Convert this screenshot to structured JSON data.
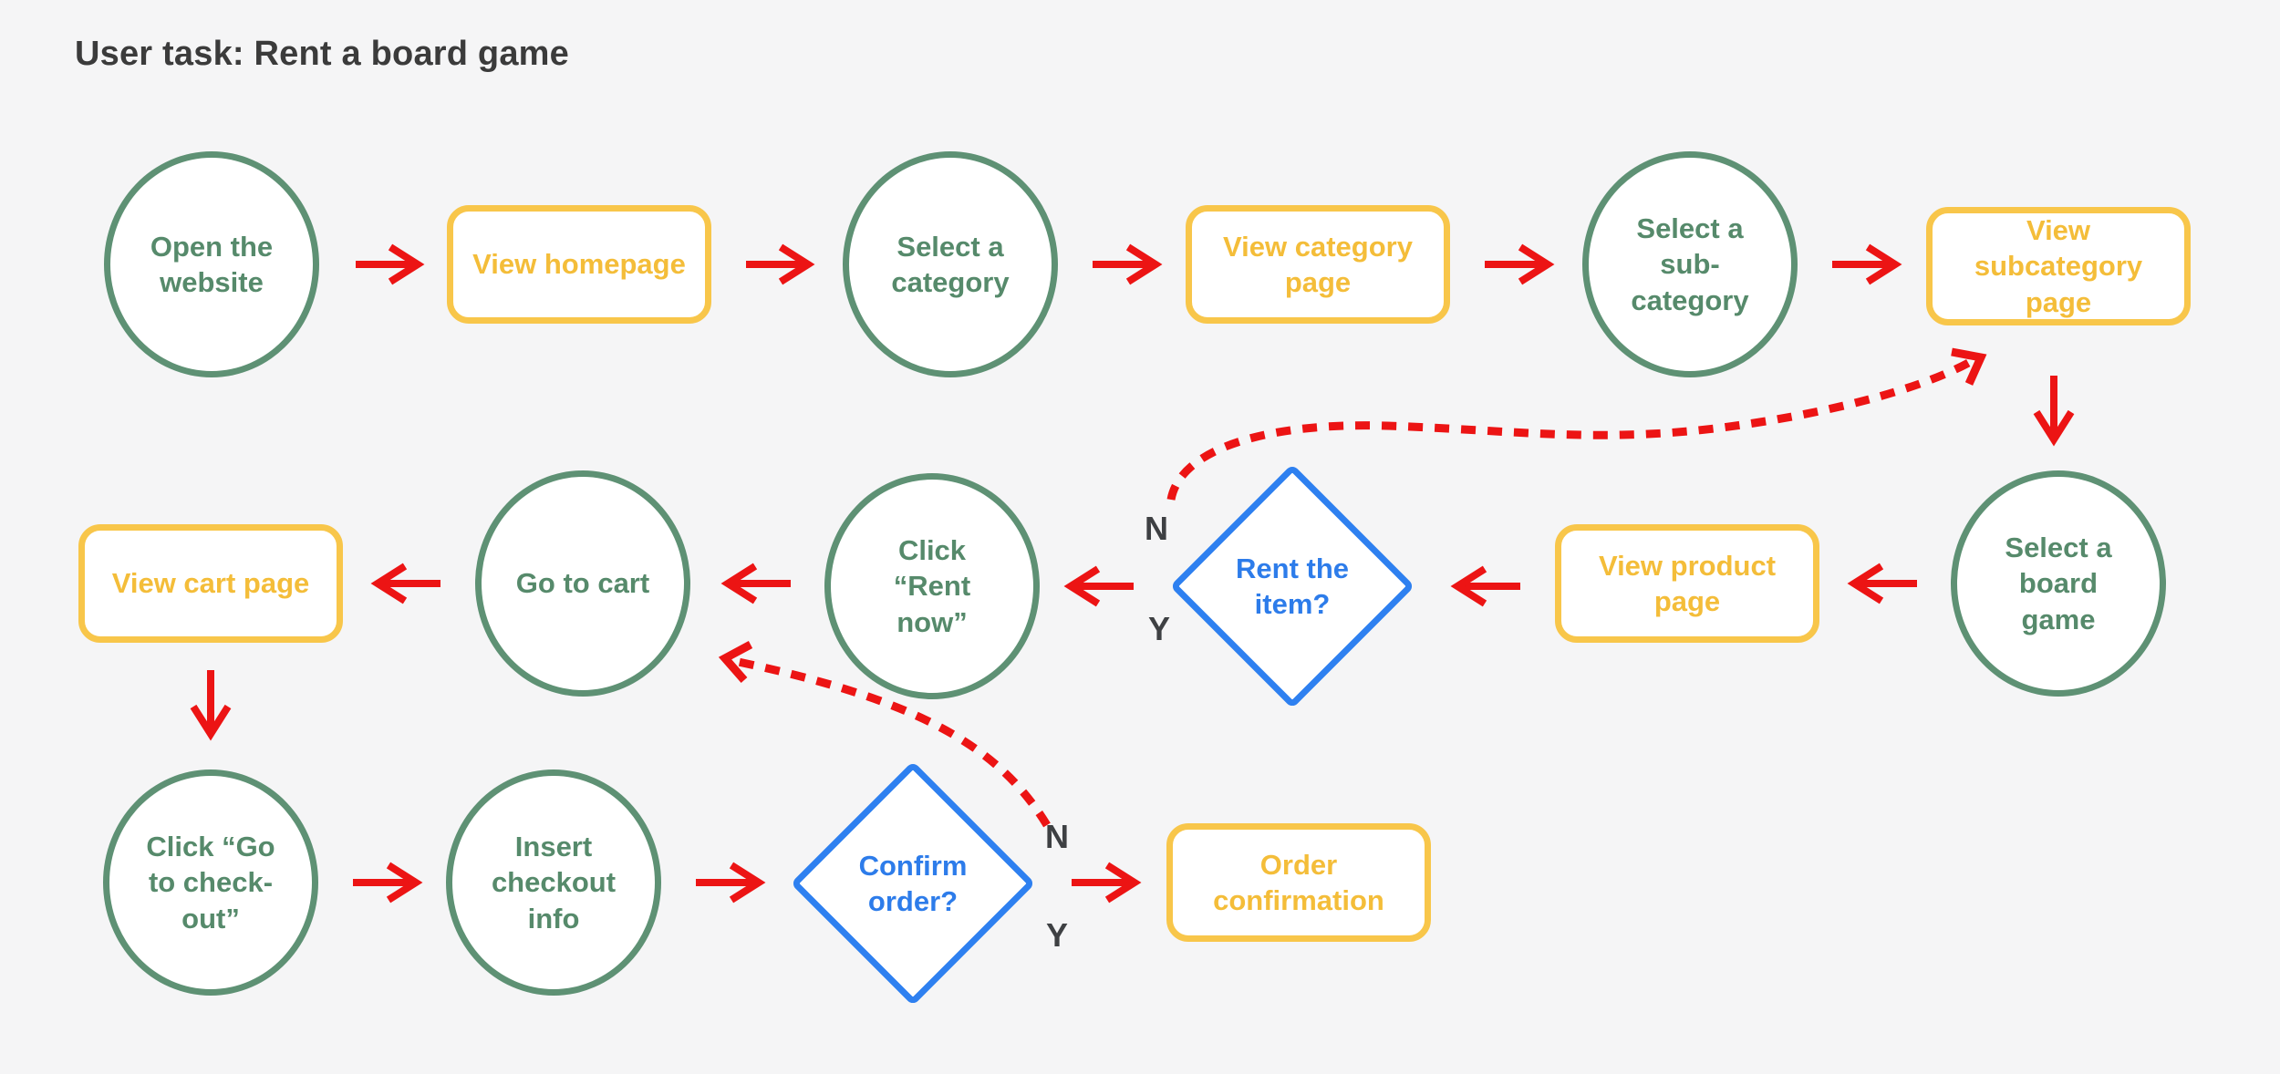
{
  "title": "User task: Rent a board game",
  "colors": {
    "bg": "#f5f5f6",
    "node-fill": "#ffffff",
    "green": "#5e9174",
    "green-text": "#568a6b",
    "yellow": "#f8c64a",
    "yellow-text": "#f4bd39",
    "blue": "#2e80f0",
    "blue-text": "#2d7cea",
    "red": "#ec1414",
    "label": "#3e4043",
    "title-color": "#3b3b3b"
  },
  "branch_labels": {
    "no": "N",
    "yes": "Y"
  },
  "nodes": {
    "open-website": {
      "type": "step",
      "shape": "circle",
      "label": "Open the\nwebsite"
    },
    "view-homepage": {
      "type": "page",
      "shape": "rect",
      "label": "View homepage"
    },
    "select-category": {
      "type": "step",
      "shape": "circle",
      "label": "Select a\ncategory"
    },
    "view-category-page": {
      "type": "page",
      "shape": "rect",
      "label": "View category\npage"
    },
    "select-subcategory": {
      "type": "step",
      "shape": "circle",
      "label": "Select a\nsub-\ncategory"
    },
    "view-subcategory-page": {
      "type": "page",
      "shape": "rect",
      "label": "View\nsubcategory\npage"
    },
    "select-board-game": {
      "type": "step",
      "shape": "circle",
      "label": "Select a\nboard\ngame"
    },
    "view-product-page": {
      "type": "page",
      "shape": "rect",
      "label": "View product\npage"
    },
    "rent-item": {
      "type": "decision",
      "shape": "diamond",
      "label": "Rent the\nitem?"
    },
    "click-rent-now": {
      "type": "step",
      "shape": "circle",
      "label": "Click\n“Rent\nnow”"
    },
    "go-to-cart": {
      "type": "step",
      "shape": "circle",
      "label": "Go to cart"
    },
    "view-cart-page": {
      "type": "page",
      "shape": "rect",
      "label": "View cart page"
    },
    "click-go-to-checkout": {
      "type": "step",
      "shape": "circle",
      "label": "Click “Go\nto check-\nout”"
    },
    "insert-checkout-info": {
      "type": "step",
      "shape": "circle",
      "label": "Insert\ncheckout\ninfo"
    },
    "confirm-order": {
      "type": "decision",
      "shape": "diamond",
      "label": "Confirm\norder?"
    },
    "order-confirmation": {
      "type": "page",
      "shape": "rect",
      "label": "Order\nconfirmation"
    }
  },
  "edges": [
    {
      "from": "open-website",
      "to": "view-homepage",
      "style": "solid",
      "branch": null
    },
    {
      "from": "view-homepage",
      "to": "select-category",
      "style": "solid",
      "branch": null
    },
    {
      "from": "select-category",
      "to": "view-category-page",
      "style": "solid",
      "branch": null
    },
    {
      "from": "view-category-page",
      "to": "select-subcategory",
      "style": "solid",
      "branch": null
    },
    {
      "from": "select-subcategory",
      "to": "view-subcategory-page",
      "style": "solid",
      "branch": null
    },
    {
      "from": "view-subcategory-page",
      "to": "select-board-game",
      "style": "solid",
      "branch": null
    },
    {
      "from": "select-board-game",
      "to": "view-product-page",
      "style": "solid",
      "branch": null
    },
    {
      "from": "view-product-page",
      "to": "rent-item",
      "style": "solid",
      "branch": null
    },
    {
      "from": "rent-item",
      "to": "click-rent-now",
      "style": "solid",
      "branch": "Y"
    },
    {
      "from": "rent-item",
      "to": "view-subcategory-page",
      "style": "dashed",
      "branch": "N"
    },
    {
      "from": "click-rent-now",
      "to": "go-to-cart",
      "style": "solid",
      "branch": null
    },
    {
      "from": "go-to-cart",
      "to": "view-cart-page",
      "style": "solid",
      "branch": null
    },
    {
      "from": "view-cart-page",
      "to": "click-go-to-checkout",
      "style": "solid",
      "branch": null
    },
    {
      "from": "click-go-to-checkout",
      "to": "insert-checkout-info",
      "style": "solid",
      "branch": null
    },
    {
      "from": "insert-checkout-info",
      "to": "confirm-order",
      "style": "solid",
      "branch": null
    },
    {
      "from": "confirm-order",
      "to": "order-confirmation",
      "style": "solid",
      "branch": "Y"
    },
    {
      "from": "confirm-order",
      "to": "go-to-cart",
      "style": "dashed",
      "branch": "N"
    }
  ]
}
